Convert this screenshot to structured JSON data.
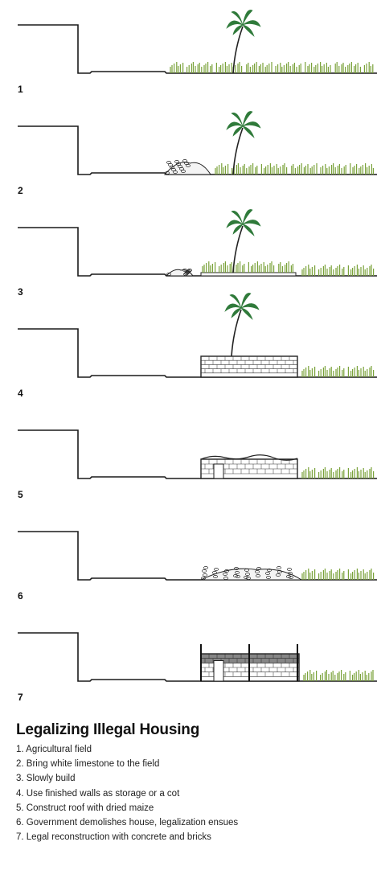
{
  "panels": [
    {
      "number": "1",
      "stage": "agricultural-field"
    },
    {
      "number": "2",
      "stage": "limestone-pile"
    },
    {
      "number": "3",
      "stage": "slow-build"
    },
    {
      "number": "4",
      "stage": "finished-walls"
    },
    {
      "number": "5",
      "stage": "maize-roof"
    },
    {
      "number": "6",
      "stage": "demolished-rubble"
    },
    {
      "number": "7",
      "stage": "legal-reconstruction"
    }
  ],
  "legend": {
    "title": "Legalizing Illegal Housing",
    "items": [
      "1. Agricultural field",
      "2. Bring white limestone to the field",
      "3. Slowly build",
      "4. Use finished walls as storage or a cot",
      "5. Construct roof with dried maize",
      "6. Government demolishes house, legalization ensues",
      "7. Legal reconstruction with concrete and bricks"
    ]
  },
  "colors": {
    "line": "#1a1a1a",
    "grass": "#7aa23a",
    "palm": "#2f7a3a"
  }
}
